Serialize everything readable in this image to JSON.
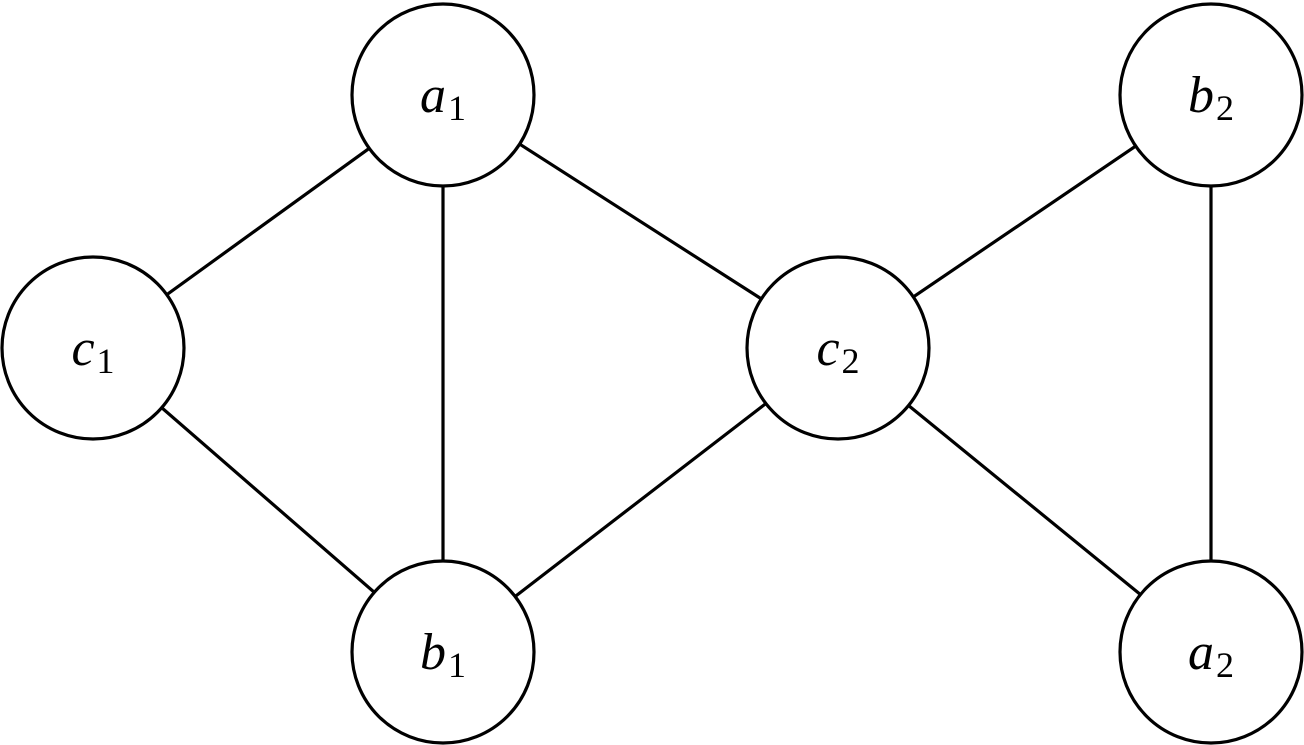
{
  "nodes": [
    {
      "id": "a1",
      "letter": "a",
      "sub": "1"
    },
    {
      "id": "b2",
      "letter": "b",
      "sub": "2"
    },
    {
      "id": "c1",
      "letter": "c",
      "sub": "1"
    },
    {
      "id": "c2",
      "letter": "c",
      "sub": "2"
    },
    {
      "id": "b1",
      "letter": "b",
      "sub": "1"
    },
    {
      "id": "a2",
      "letter": "a",
      "sub": "2"
    }
  ],
  "edges": [
    [
      "a1",
      "c1"
    ],
    [
      "a1",
      "b1"
    ],
    [
      "a1",
      "c2"
    ],
    [
      "c1",
      "b1"
    ],
    [
      "b1",
      "c2"
    ],
    [
      "c2",
      "b2"
    ],
    [
      "c2",
      "a2"
    ],
    [
      "b2",
      "a2"
    ]
  ],
  "colors": {
    "stroke": "#000000",
    "fill": "#ffffff"
  }
}
